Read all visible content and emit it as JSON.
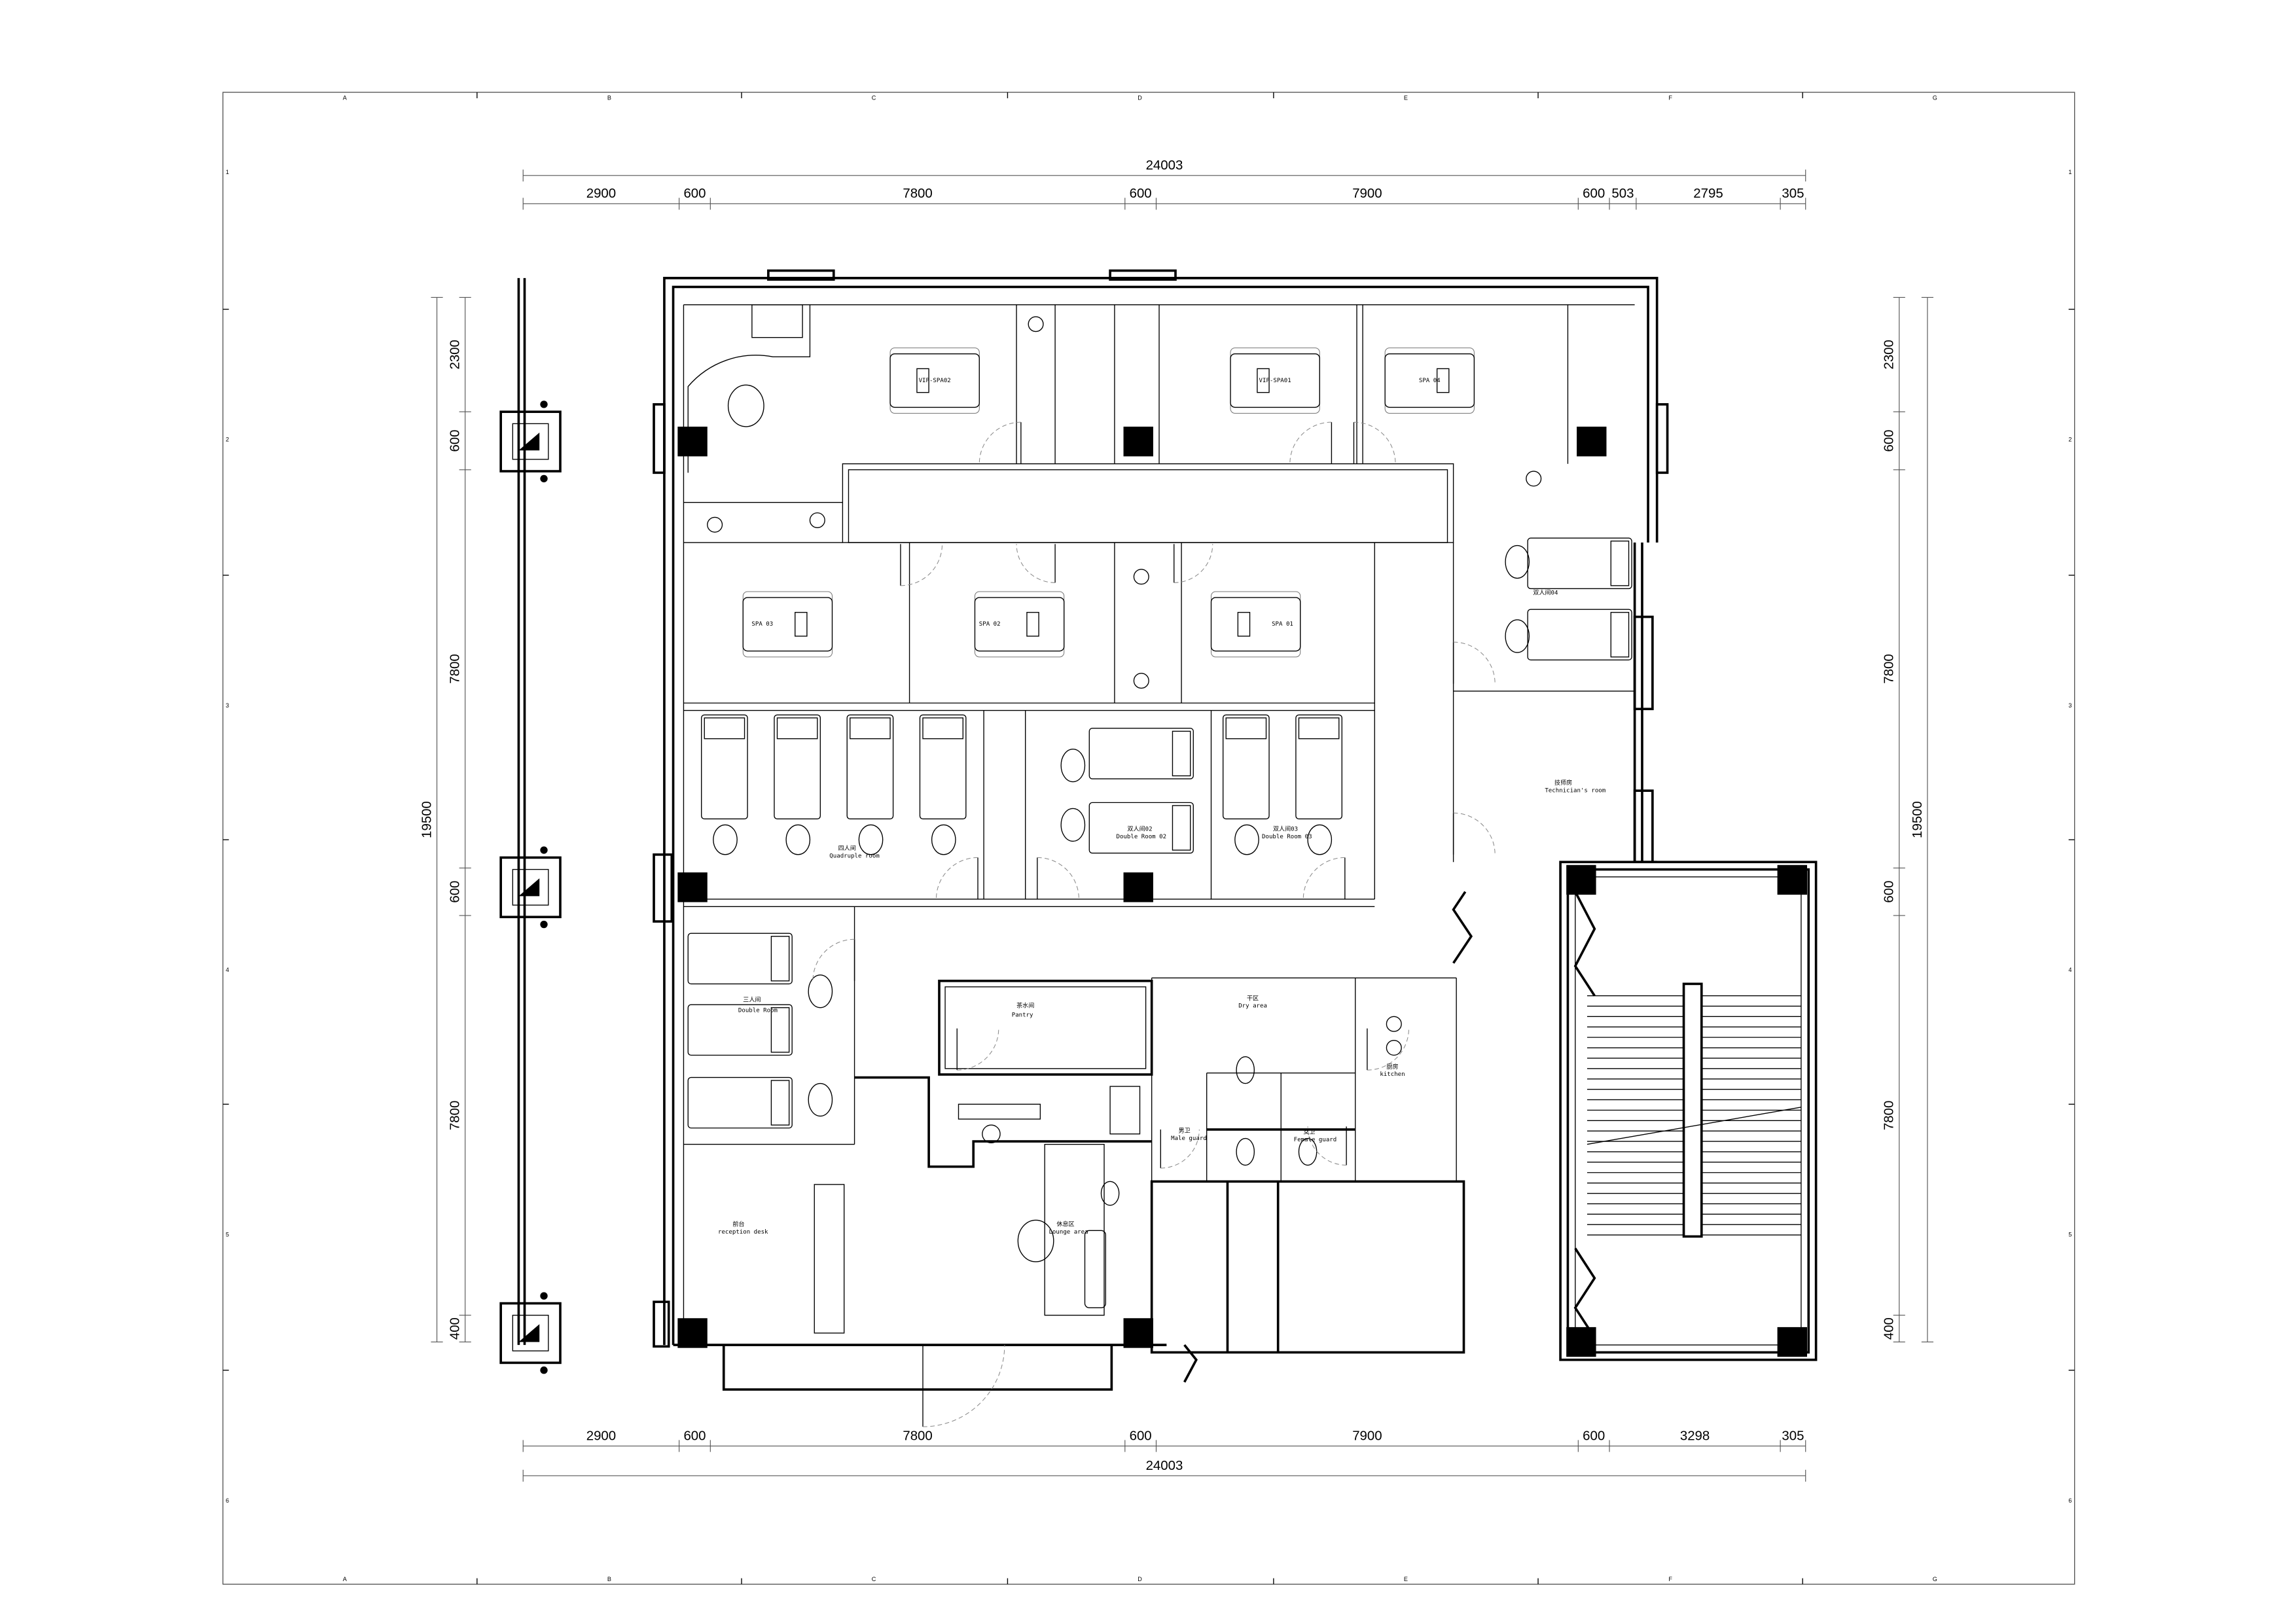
{
  "grid": {
    "columns": [
      "A",
      "B",
      "C",
      "D",
      "E",
      "F",
      "G"
    ],
    "rows": [
      "1",
      "2",
      "3",
      "4",
      "5",
      "6"
    ]
  },
  "dimensions": {
    "top_total": "24003",
    "top_segments": [
      "2900",
      "600",
      "7800",
      "600",
      "7900",
      "600",
      "503",
      "2795",
      "305"
    ],
    "bottom_total": "24003",
    "bottom_segments": [
      "2900",
      "600",
      "7800",
      "600",
      "7900",
      "600",
      "3298",
      "305"
    ],
    "left_total": "19500",
    "left_segments": [
      "2300",
      "600",
      "7800",
      "600",
      "7800",
      "400"
    ],
    "right_total": "19500",
    "right_segments": [
      "2300",
      "600",
      "7800",
      "600",
      "7800",
      "400"
    ]
  },
  "rooms": {
    "vip_spa02": "VIP-SPA02",
    "vip_spa01": "VIP-SPA01",
    "spa04": "SPA 04",
    "spa03": "SPA 03",
    "spa02": "SPA 02",
    "spa01": "SPA 01",
    "double04_cn": "双人间04",
    "technician_cn": "技师房",
    "technician_en": "Technician's room",
    "quadruple_cn": "四人间",
    "quadruple_en": "Quadruple room",
    "double02_cn": "双人间02",
    "double02_en": "Double Room 02",
    "double03_cn": "双人间03",
    "double03_en": "Double Room 03",
    "triple_cn": "三人间",
    "triple_en": "Double Room",
    "pantry_cn": "茶水间",
    "pantry_en": "Pantry",
    "dry_cn": "干区",
    "dry_en": "Dry area",
    "male_cn": "男卫",
    "male_en": "Male guard",
    "female_cn": "女卫",
    "female_en": "Female guard",
    "kitchen_cn": "厨房",
    "kitchen_en": "kitchen",
    "reception_cn": "前台",
    "reception_en": "reception desk",
    "lounge_cn": "休息区",
    "lounge_en": "Lounge area"
  }
}
